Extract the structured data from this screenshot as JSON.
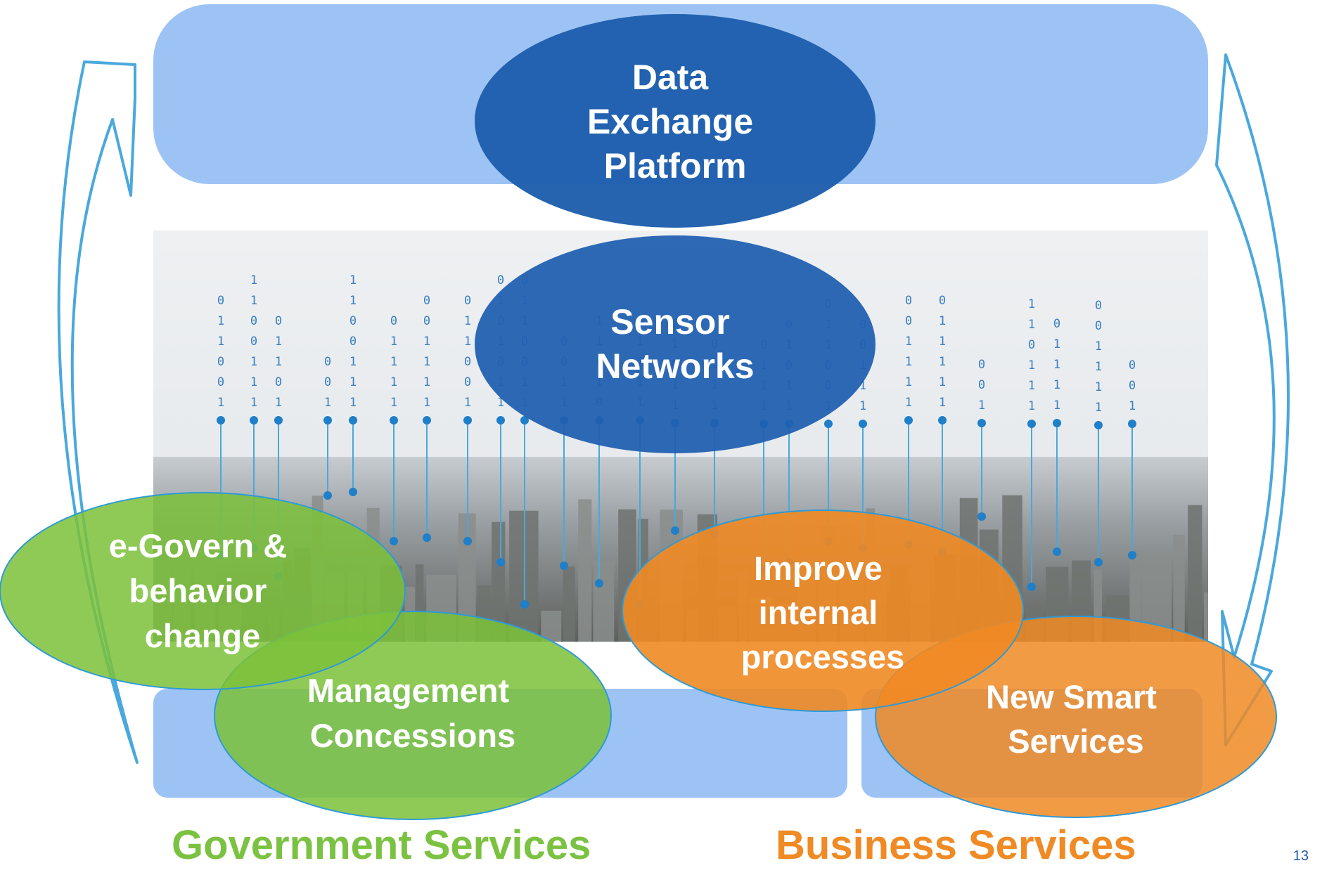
{
  "nodes": {
    "data_exchange": {
      "lines": [
        "Data",
        "Exchange",
        "Platform"
      ]
    },
    "sensor_networks": {
      "lines": [
        "Sensor",
        "Networks"
      ]
    },
    "egovern": {
      "lines": [
        "e-Govern &",
        "behavior",
        "change"
      ]
    },
    "management": {
      "lines": [
        "Management",
        "Concessions"
      ]
    },
    "improve": {
      "lines": [
        "Improve",
        "internal",
        "processes"
      ]
    },
    "new_smart": {
      "lines": [
        "New Smart",
        "Services"
      ]
    }
  },
  "footer": {
    "government": "Government Services",
    "business": "Business Services"
  },
  "page_number": "13",
  "binary_columns": [
    "011001",
    "1100111",
    "01101",
    "001",
    "1100111",
    "01111",
    "001111",
    "011001",
    "0101011",
    "0110011",
    "0011",
    "11010",
    "01111",
    "01011",
    "0111",
    "0111",
    "01011",
    "011001",
    "00111",
    "001111",
    "011111",
    "001",
    "110111",
    "01111",
    "001111",
    "001"
  ],
  "colors": {
    "top_bar": "#9dc3f5",
    "bottom_bar": "#9dc3f5",
    "dark_blue": "#1f5fad",
    "mid_blue": "#2a65b3",
    "green": "#7bc13a",
    "orange": "#f08a24",
    "government_text": "#7cc242",
    "business_text": "#f08a24",
    "arrow": "#4aa8dc"
  }
}
